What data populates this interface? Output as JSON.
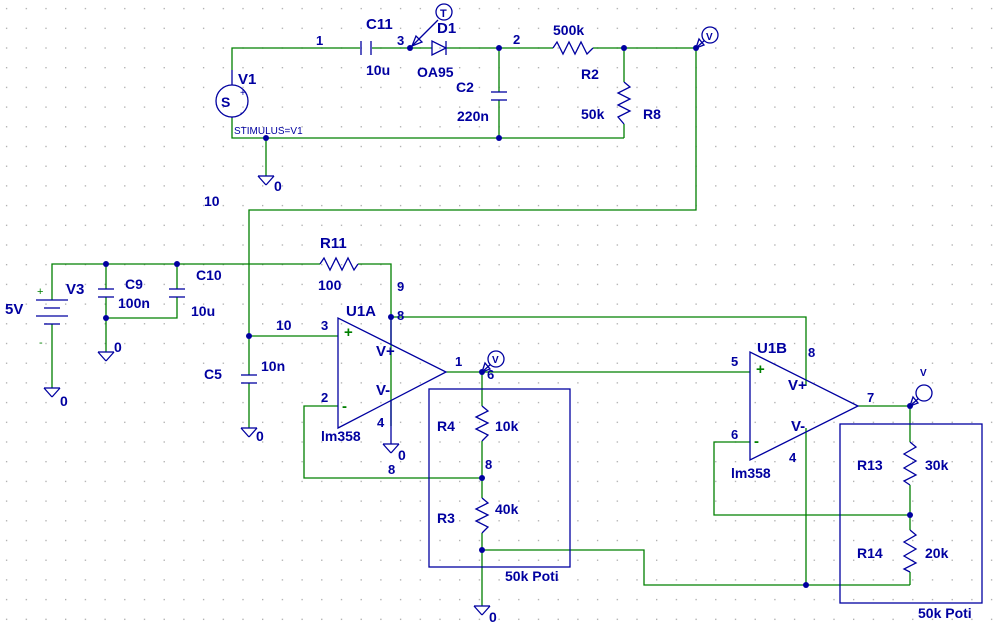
{
  "colors": {
    "wire": "#008000",
    "part": "#0000a0",
    "label": "#0000a0",
    "node": "#0000a0",
    "box": "#0000a0",
    "grid": "#9a9a9a",
    "background": "#ffffff"
  },
  "icons": [
    "ground-symbol",
    "voltage-probe-icon",
    "temperature-marker-icon",
    "resistor-symbol",
    "capacitor-symbol",
    "diode-symbol",
    "opamp-symbol",
    "battery-symbol",
    "stimulus-source-symbol"
  ],
  "labels": {
    "v1_name": "V1",
    "v1_symbol": "S",
    "stimulus": "STIMULUS=V1",
    "c11_name": "C11",
    "c11_value": "10u",
    "d1_name": "D1",
    "d1_value": "OA95",
    "t_marker": "T",
    "c2_name": "C2",
    "c2_value": "220n",
    "r2_name": "R2",
    "r2_value": "500k",
    "r8_name": "R8",
    "r8_value": "50k",
    "probe": "V",
    "net_1": "1",
    "net_3": "3",
    "net_2": "2",
    "gnd_zero": "0",
    "net_10_a": "10",
    "net_10_b": "10",
    "r11_name": "R11",
    "r11_value": "100",
    "net_9": "9",
    "v3_name": "V3",
    "v3_value": "5V",
    "v3_plus": "+",
    "v3_minus": "-",
    "c9_name": "C9",
    "c9_value": "100n",
    "c10_name": "C10",
    "c10_value": "10u",
    "c5_name": "C5",
    "c5_value": "10n",
    "u1a_name": "U1A",
    "u1a_model": "lm358",
    "u1a_vplus": "V+",
    "u1a_vminus": "V-",
    "plus": "+",
    "minus": "-",
    "pin_3": "3",
    "pin_2": "2",
    "pin_8_a": "8",
    "pin_4_a": "4",
    "pin_1": "1",
    "net_6_a": "6",
    "net_8_fb": "8",
    "r4_name": "R4",
    "r4_value": "10k",
    "net_8_mid": "8",
    "r3_name": "R3",
    "r3_value": "40k",
    "poti1": "50k Poti",
    "u1b_name": "U1B",
    "u1b_model": "lm358",
    "u1b_vplus": "V+",
    "u1b_vminus": "V-",
    "pin_5": "5",
    "pin_6_b": "6",
    "pin_8_b": "8",
    "pin_4_b": "4",
    "pin_7": "7",
    "r13_name": "R13",
    "r13_value": "30k",
    "r14_name": "R14",
    "r14_value": "20k",
    "poti2": "50k Poti"
  }
}
